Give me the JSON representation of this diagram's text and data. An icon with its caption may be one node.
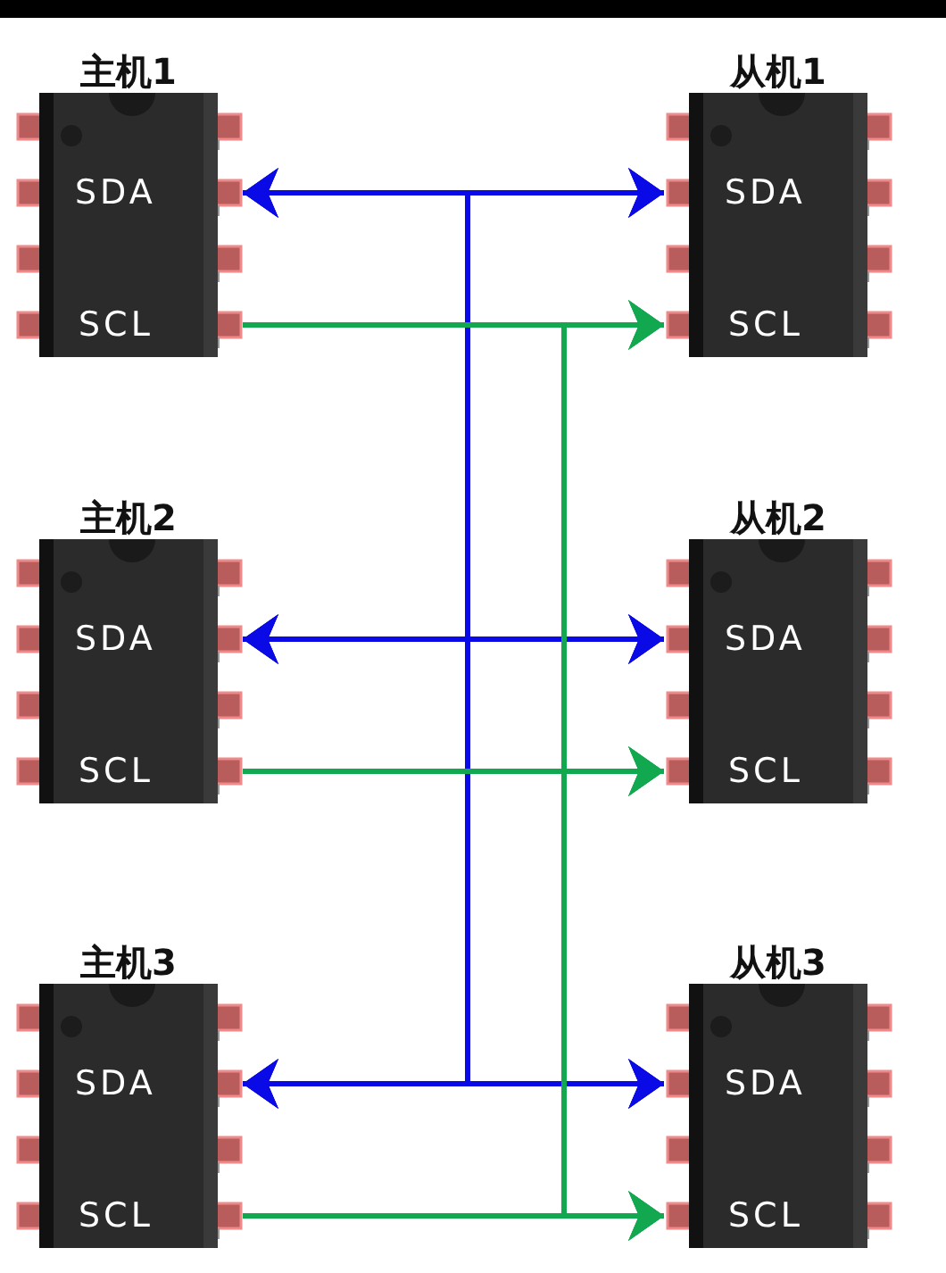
{
  "diagram": {
    "nodes": [
      {
        "text": [
          "主机1",
          "SDA",
          "SCL"
        ]
      },
      {
        "text": [
          "从机1",
          "SDA",
          "SCL"
        ]
      },
      {
        "text": [
          "主机2",
          "SDA",
          "SCL"
        ]
      },
      {
        "text": [
          "从机2",
          "SDA",
          "SCL"
        ]
      },
      {
        "text": [
          "主机3",
          "SDA",
          "SCL"
        ]
      },
      {
        "text": [
          "从机3",
          "SDA",
          "SCL"
        ]
      }
    ],
    "edges": [
      {
        "from": 0,
        "to": 1,
        "arrow": "both",
        "color": "#0a0ae6"
      },
      {
        "from": 0,
        "to": 3,
        "arrow": "both",
        "color": "#0a0ae6"
      },
      {
        "from": 0,
        "to": 5,
        "arrow": "both",
        "color": "#0a0ae6"
      },
      {
        "from": 2,
        "to": 1,
        "arrow": "both",
        "color": "#0a0ae6"
      },
      {
        "from": 2,
        "to": 3,
        "arrow": "both",
        "color": "#0a0ae6"
      },
      {
        "from": 2,
        "to": 5,
        "arrow": "both",
        "color": "#0a0ae6"
      },
      {
        "from": 4,
        "to": 1,
        "arrow": "both",
        "color": "#0a0ae6"
      },
      {
        "from": 4,
        "to": 3,
        "arrow": "both",
        "color": "#0a0ae6"
      },
      {
        "from": 4,
        "to": 5,
        "arrow": "both",
        "color": "#0a0ae6"
      },
      {
        "from": 0,
        "to": 1,
        "arrow": "to",
        "color": "#12a850"
      },
      {
        "from": 0,
        "to": 3,
        "arrow": "to",
        "color": "#12a850"
      },
      {
        "from": 0,
        "to": 5,
        "arrow": "to",
        "color": "#12a850"
      },
      {
        "from": 2,
        "to": 1,
        "arrow": "to",
        "color": "#12a850"
      },
      {
        "from": 2,
        "to": 3,
        "arrow": "to",
        "color": "#12a850"
      },
      {
        "from": 2,
        "to": 5,
        "arrow": "to",
        "color": "#12a850"
      },
      {
        "from": 4,
        "to": 1,
        "arrow": "to",
        "color": "#12a850"
      },
      {
        "from": 4,
        "to": 3,
        "arrow": "to",
        "color": "#12a850"
      },
      {
        "from": 4,
        "to": 5,
        "arrow": "to",
        "color": "#12a850"
      }
    ]
  }
}
